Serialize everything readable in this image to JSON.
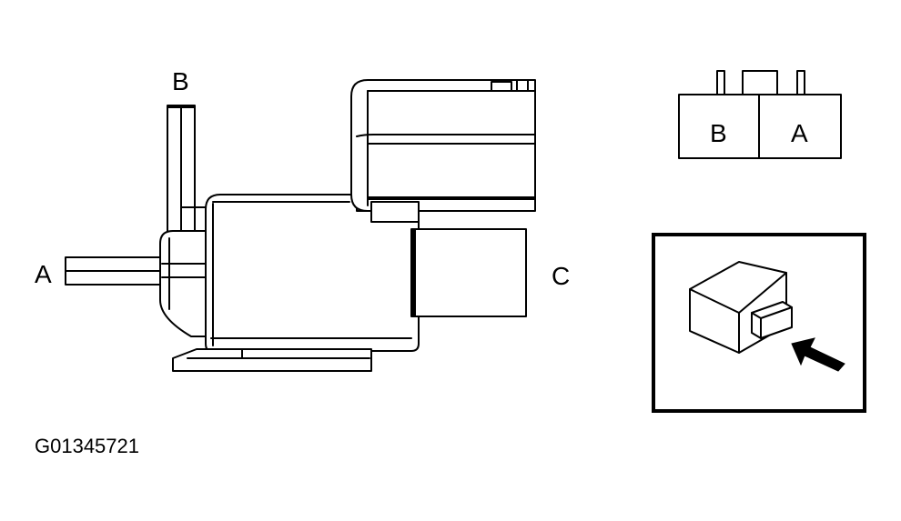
{
  "labels": {
    "port_a": "A",
    "port_b": "B",
    "port_c": "C",
    "connector_b": "B",
    "connector_a": "A"
  },
  "figure_id": "G01345721",
  "colors": {
    "line": "#000000",
    "background": "#ffffff"
  }
}
